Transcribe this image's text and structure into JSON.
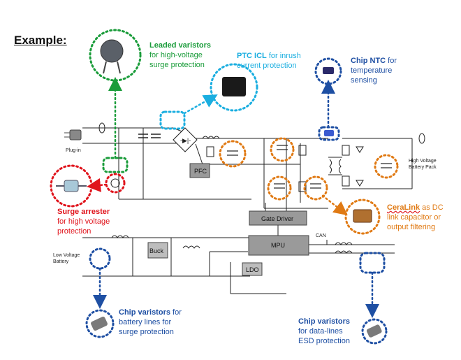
{
  "title": "Example:",
  "annotations": {
    "leaded": {
      "bold": "Leaded varistors",
      "lines": [
        "for high-voltage",
        "surge protection"
      ]
    },
    "ptc": {
      "bold": "PTC ICL",
      "rest": " for inrush",
      "line2": "current protection"
    },
    "chip_ntc": {
      "bold": "Chip NTC",
      "rest": " for",
      "lines": [
        "temperature",
        "sensing"
      ]
    },
    "surge": {
      "bold": "Surge arrester",
      "lines": [
        "for high voltage",
        "protection"
      ]
    },
    "ceralink": {
      "bold": "CeraLink",
      "rest": " as DC",
      "lines": [
        "link capacitor or",
        "output filtering"
      ]
    },
    "chip_var_battery": {
      "bold": "Chip varistors",
      "rest": " for",
      "lines": [
        "battery lines for",
        "surge protection"
      ]
    },
    "chip_var_data": {
      "bold": "Chip varistors",
      "lines": [
        "for data-lines",
        "ESD protection"
      ]
    }
  },
  "blocks": {
    "pfc": "PFC",
    "gate_driver": "Gate Driver",
    "mpu": "MPU",
    "buck": "Buck",
    "ldo": "LDO"
  },
  "labels": {
    "plug_in": "Plug-in",
    "hv_battery_1": "High Voltage",
    "hv_battery_2": "Battery Pack",
    "lv_battery_1": "Low Voltage",
    "lv_battery_2": "Battery",
    "can": "CAN"
  },
  "colors": {
    "green": "#1a9c3a",
    "cyan": "#1aaee0",
    "navy": "#1e4fa3",
    "red": "#e0141c",
    "orange": "#e07a14",
    "block_fill": "#9a9a9a"
  }
}
